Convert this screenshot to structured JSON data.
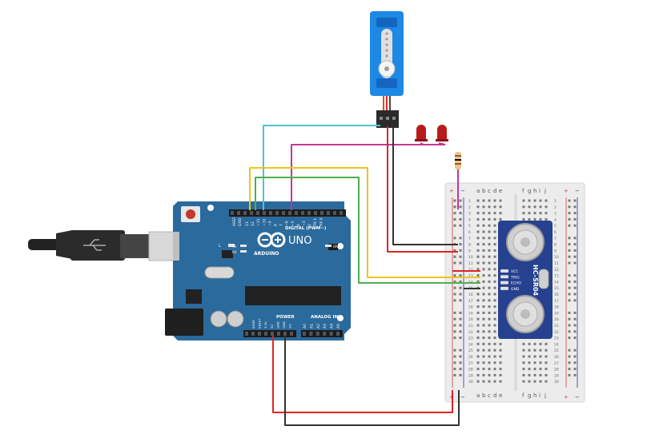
{
  "arduino": {
    "brand": "ARDUINO",
    "model": "UNO",
    "digital_label": "DIGITAL (PWM~)",
    "power_label": "POWER",
    "analog_label": "ANALOG IN",
    "aref": "AREF",
    "gnd": "GND",
    "pins_digital": [
      "13",
      "12",
      "~11",
      "~10",
      "~9",
      "8",
      "7",
      "~6",
      "~5",
      "4",
      "~3",
      "2",
      "TX 1",
      "RX 0"
    ],
    "pins_power": [
      "IOREF",
      "RESET",
      "3.3V",
      "5V",
      "GND",
      "GND",
      "Vin"
    ],
    "pins_analog": [
      "A0",
      "A1",
      "A2",
      "A3",
      "A4",
      "A5"
    ],
    "led_l": "L",
    "led_tx": "TX",
    "led_rx": "RX",
    "on_label": "ON"
  },
  "sensor": {
    "model": "HC-SR04",
    "pins": [
      "VCC",
      "TRIG",
      "ECHO",
      "GND"
    ]
  },
  "breadboard": {
    "columns_left": [
      "a",
      "b",
      "c",
      "d",
      "e"
    ],
    "columns_right": [
      "f",
      "g",
      "h",
      "i",
      "j"
    ],
    "plus": "+",
    "minus": "−",
    "row_count": 30
  },
  "colors": {
    "board": "#2a6a9c",
    "wire_cyan": "#4fc3d2",
    "wire_magenta": "#c2379a",
    "wire_yellow": "#f0c419",
    "wire_green": "#4caf50",
    "wire_red": "#e02424",
    "wire_black": "#333333",
    "led": "#b71c1c",
    "servo": "#1e88e5"
  }
}
